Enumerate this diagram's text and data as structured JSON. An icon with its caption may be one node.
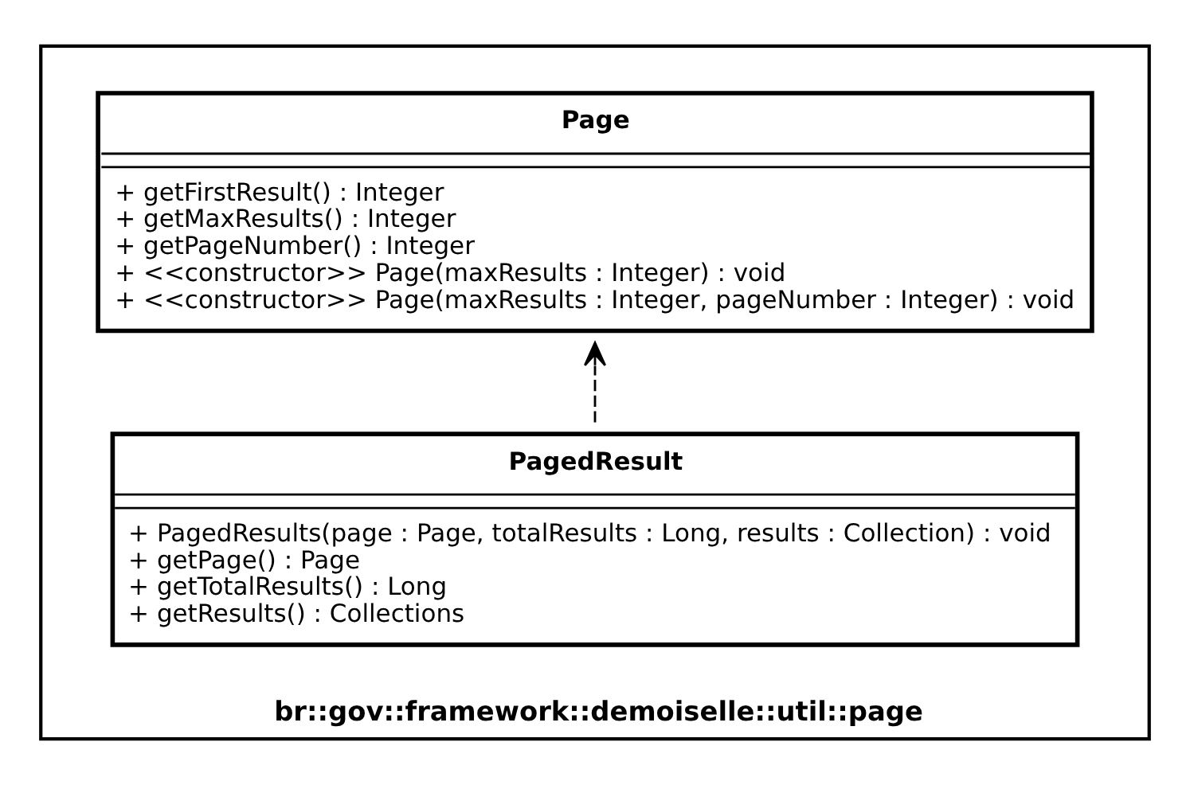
{
  "diagram": {
    "nodes": [
      {
        "text": [
          "br::gov::framework::demoiselle::util::page"
        ]
      },
      {
        "text": [
          "Page",
          "+ getFirstResult() : Integer",
          "+ getMaxResults() : Integer",
          "+ getPageNumber() : Integer",
          "+ <<constructor>> Page(maxResults : Integer) : void",
          "+ <<constructor>> Page(maxResults : Integer, pageNumber : Integer) : void"
        ],
        "in": 0
      },
      {
        "text": [
          "PagedResult",
          "+ PagedResults(page : Page, totalResults : Long, results : Collection) : void",
          "+ getPage() : Page",
          "+ getTotalResults() : Long",
          "+ getResults() : Collections"
        ],
        "in": 0
      }
    ],
    "edges": [
      {
        "from": 2,
        "to": 1,
        "arrow": "to",
        "style": "dashed"
      }
    ]
  }
}
